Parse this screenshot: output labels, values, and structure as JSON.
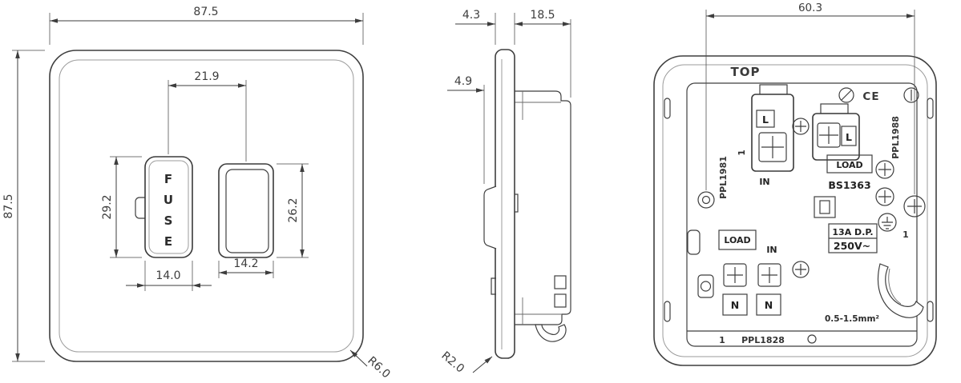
{
  "front": {
    "dim_width_top": "87.5",
    "dim_height_left": "87.5",
    "dim_fuse_to_switch": "21.9",
    "dim_fuse_height": "29.2",
    "dim_switch_height": "26.2",
    "dim_fuse_width": "14.0",
    "dim_switch_width": "14.2",
    "corner_radius": "R6.0",
    "fuse_letters": [
      "F",
      "U",
      "S",
      "E"
    ]
  },
  "side": {
    "dim_plate_thickness": "4.3",
    "dim_depth": "18.5",
    "dim_switch_projection": "4.9",
    "corner_radius": "R2.0"
  },
  "rear": {
    "orientation_label": "TOP",
    "dim_fixing_centres": "60.3",
    "ce_mark": "CE",
    "part_no_left": "PPL1981",
    "part_no_right": "PPL1988",
    "part_no_bottom": "PPL1828",
    "terminal_l_top": "L",
    "terminal_l_right": "L",
    "terminal_n_left": "N",
    "terminal_n_right": "N",
    "label_in_top": "IN",
    "label_in_mid": "IN",
    "label_load_right": "LOAD",
    "label_load_left": "LOAD",
    "standard": "BS1363",
    "rating_line1": "13A D.P.",
    "rating_line2": "250V~",
    "cable_range": "0.5-1.5mm²",
    "index_top": "1",
    "index_right": "1",
    "index_bottom": "1"
  }
}
